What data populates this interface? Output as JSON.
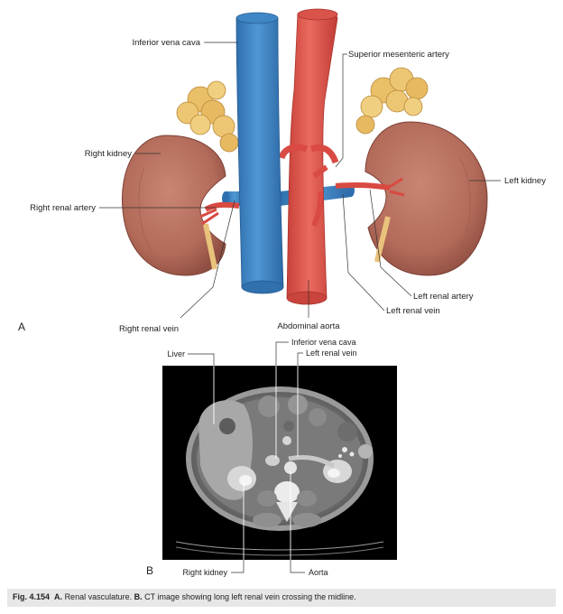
{
  "panel_a": {
    "letter": "A",
    "labels": {
      "ivc": "Inferior vena cava",
      "sma": "Superior mesenteric artery",
      "right_kidney": "Right kidney",
      "left_kidney": "Left kidney",
      "right_renal_artery": "Right renal artery",
      "left_renal_artery": "Left renal artery",
      "left_renal_vein": "Left renal vein",
      "right_renal_vein": "Right renal vein",
      "abdominal_aorta": "Abdominal aorta"
    }
  },
  "panel_b": {
    "letter": "B",
    "labels": {
      "liver": "Liver",
      "ivc": "Inferior vena cava",
      "left_renal_vein": "Left renal vein",
      "right_kidney": "Right kidney",
      "aorta": "Aorta"
    }
  },
  "caption": {
    "fig_label": "Fig. 4.154",
    "a_letter": "A.",
    "a_text": "Renal vasculature.",
    "b_letter": "B.",
    "b_text": "CT image showing long left renal vein crossing the midline."
  },
  "colors": {
    "vein": "#3f86c6",
    "artery": "#e0564c",
    "kidney": "#b9705f",
    "adrenal": "#ecc06a"
  }
}
